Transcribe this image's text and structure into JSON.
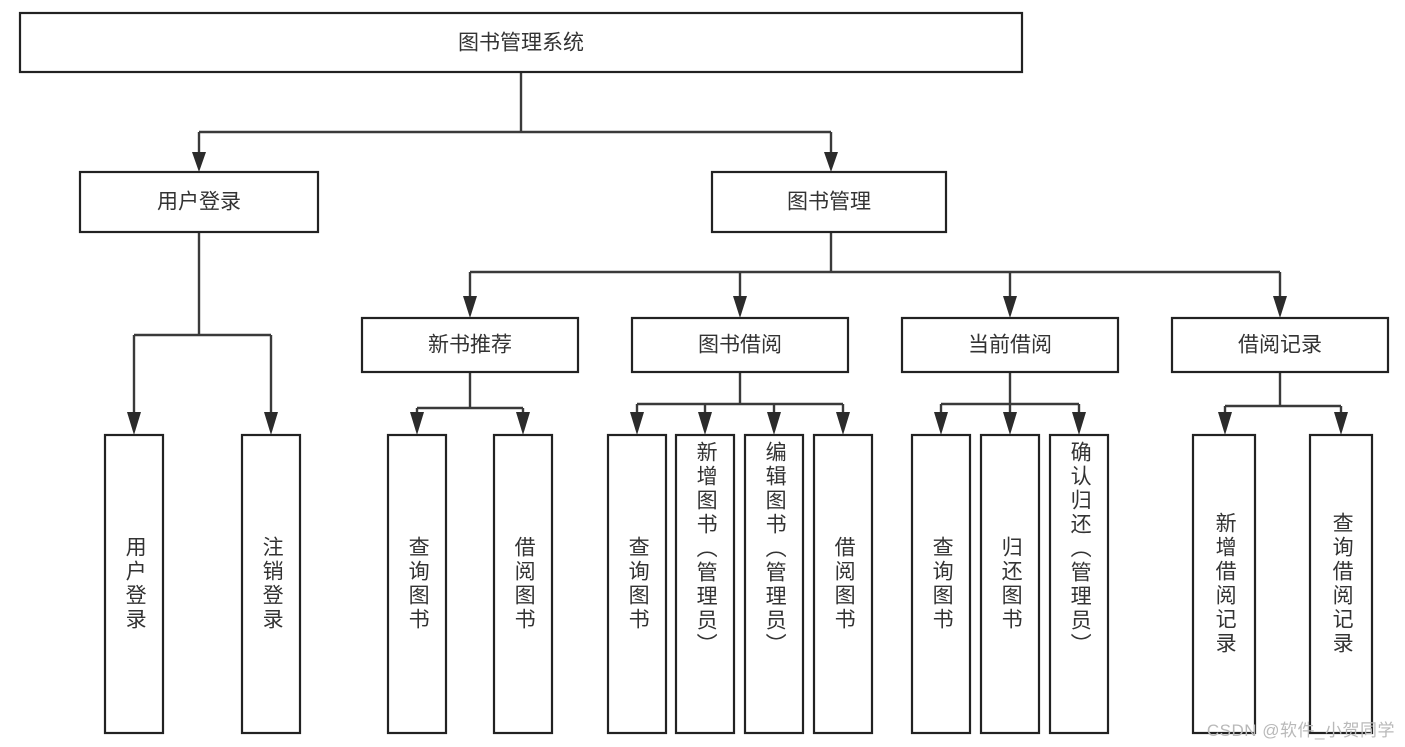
{
  "diagram": {
    "title": "图书管理系统",
    "type": "tree-hierarchy",
    "root": {
      "label": "图书管理系统"
    },
    "level2": [
      {
        "label": "用户登录"
      },
      {
        "label": "图书管理"
      }
    ],
    "level3": [
      {
        "label": "新书推荐"
      },
      {
        "label": "图书借阅"
      },
      {
        "label": "当前借阅"
      },
      {
        "label": "借阅记录"
      }
    ],
    "groups": [
      {
        "parent": "用户登录",
        "leaves": [
          {
            "label": "用户登录"
          },
          {
            "label": "注销登录"
          }
        ]
      },
      {
        "parent": "新书推荐",
        "leaves": [
          {
            "label": "查询图书"
          },
          {
            "label": "借阅图书"
          }
        ]
      },
      {
        "parent": "图书借阅",
        "leaves": [
          {
            "label": "查询图书"
          },
          {
            "label": "新增图书（管理员）"
          },
          {
            "label": "编辑图书（管理员）"
          },
          {
            "label": "借阅图书"
          }
        ]
      },
      {
        "parent": "当前借阅",
        "leaves": [
          {
            "label": "查询图书"
          },
          {
            "label": "归还图书"
          },
          {
            "label": "确认归还（管理员）"
          }
        ]
      },
      {
        "parent": "借阅记录",
        "leaves": [
          {
            "label": "新增借阅记录"
          },
          {
            "label": "查询借阅记录"
          }
        ]
      }
    ]
  },
  "watermark": {
    "text": "CSDN @软件_小贺同学"
  },
  "colors": {
    "box_border": "#222222",
    "connector": "#3a3a3a",
    "text": "#333333",
    "background": "#ffffff",
    "watermark": "#b9b9b9"
  }
}
